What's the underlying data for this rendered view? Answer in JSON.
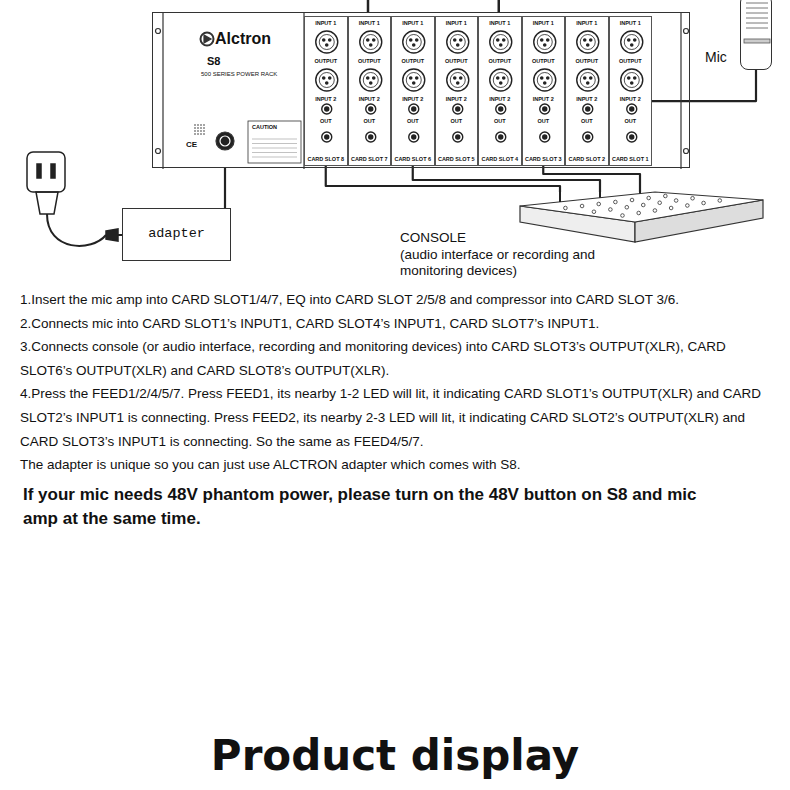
{
  "diagram": {
    "title": "Product display",
    "nodes": [
      {
        "text": [
          "Alctron",
          "S8",
          "500 SERIES POWER RACK"
        ]
      },
      {
        "text": [
          "INPUT 1",
          "OUTPUT",
          "INPUT 2",
          "OUT",
          "CARD SLOT 8"
        ],
        "in": 0
      },
      {
        "text": [
          "INPUT 1",
          "OUTPUT",
          "INPUT 2",
          "OUT",
          "CARD SLOT 7"
        ],
        "in": 0
      },
      {
        "text": [
          "INPUT 1",
          "OUTPUT",
          "INPUT 2",
          "OUT",
          "CARD SLOT 6"
        ],
        "in": 0
      },
      {
        "text": [
          "INPUT 1",
          "OUTPUT",
          "INPUT 2",
          "OUT",
          "CARD SLOT 5"
        ],
        "in": 0
      },
      {
        "text": [
          "INPUT 1",
          "OUTPUT",
          "INPUT 2",
          "OUT",
          "CARD SLOT 4"
        ],
        "in": 0
      },
      {
        "text": [
          "INPUT 1",
          "OUTPUT",
          "INPUT 2",
          "OUT",
          "CARD SLOT 3"
        ],
        "in": 0
      },
      {
        "text": [
          "INPUT 1",
          "OUTPUT",
          "INPUT 2",
          "OUT",
          "CARD SLOT 2"
        ],
        "in": 0
      },
      {
        "text": [
          "INPUT 1",
          "OUTPUT",
          "INPUT 2",
          "OUT",
          "CARD SLOT 1"
        ],
        "in": 0
      },
      {
        "text": [
          "Mic"
        ]
      },
      {
        "text": [
          "adapter"
        ]
      },
      {
        "text": [
          "CONSOLE",
          "(audio interface or recording and monitoring devices)"
        ]
      }
    ],
    "edges": [
      {
        "from": 10,
        "to": 0,
        "arrow": "none"
      },
      {
        "from": 9,
        "to": 8,
        "arrow": "none"
      },
      {
        "from": 6,
        "to": 11,
        "arrow": "none"
      },
      {
        "from": 3,
        "to": 11,
        "arrow": "none"
      },
      {
        "from": 1,
        "to": 11,
        "arrow": "none"
      }
    ],
    "labels": [
      "CAUTION",
      "CE",
      "1.Insert the mic amp into CARD SLOT1/4/7, EQ into CARD SLOT 2/5/8 and compressor into CARD SLOT 3/6.",
      "2.Connects mic into CARD SLOT1’s INPUT1, CARD SLOT4’s INPUT1, CARD SLOT7’s INPUT1.",
      "3.Connects console (or audio interface, recording and monitoring devices) into CARD SLOT3’s OUTPUT(XLR), CARD SLOT6’s OUTPUT(XLR) and CARD SLOT8’s OUTPUT(XLR).",
      "4.Press the FEED1/2/4/5/7. Press FEED1, its nearby 1-2 LED will lit, it indicating CARD SLOT1’s OUTPUT(XLR) and CARD SLOT2’s INPUT1 is connecting. Press FEED2, its nearby 2-3 LED will lit, it indicating CARD SLOT2’s OUTPUT(XLR) and CARD SLOT3’s INPUT1 is connecting. So the same as FEED4/5/7.",
      "The adapter is unique so you can just use ALCTRON adapter which comes with S8.",
      "If your mic needs 48V phantom power, please turn on the 48V button on S8 and mic amp at the same time."
    ]
  }
}
